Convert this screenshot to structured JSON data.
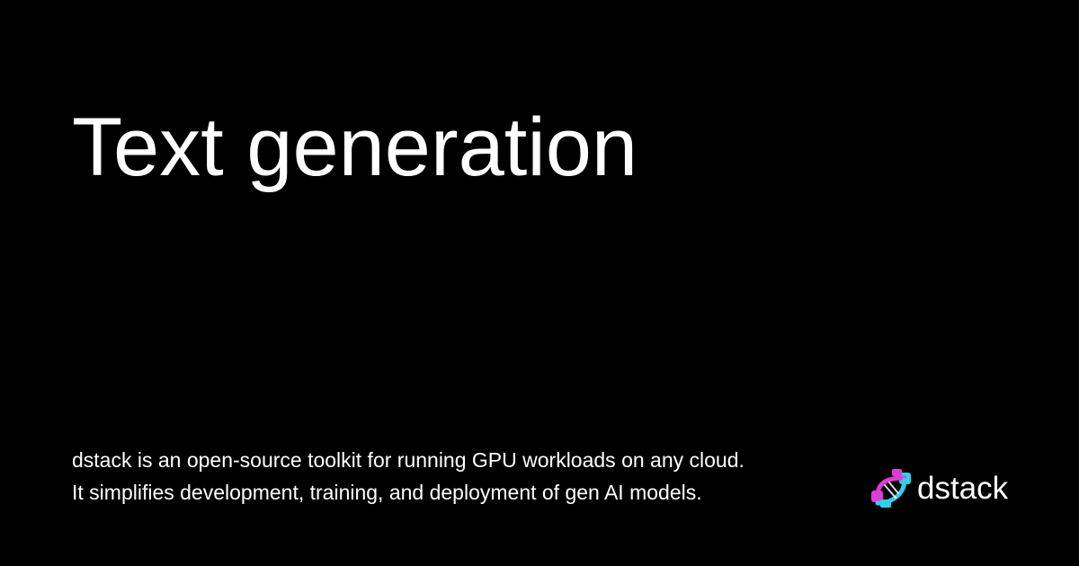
{
  "card": {
    "title": "Text generation",
    "description_lines": [
      "dstack is an open-source toolkit for running GPU workloads on any cloud.",
      "It simplifies development, training, and deployment of gen AI models."
    ],
    "brand": {
      "name": "dstack",
      "logo_icon": "dstack-logo-icon"
    }
  },
  "colors": {
    "background": "#000000",
    "text": "#ffffff",
    "logo_pink": "#e13bd6",
    "logo_cyan": "#2fd0ea"
  }
}
